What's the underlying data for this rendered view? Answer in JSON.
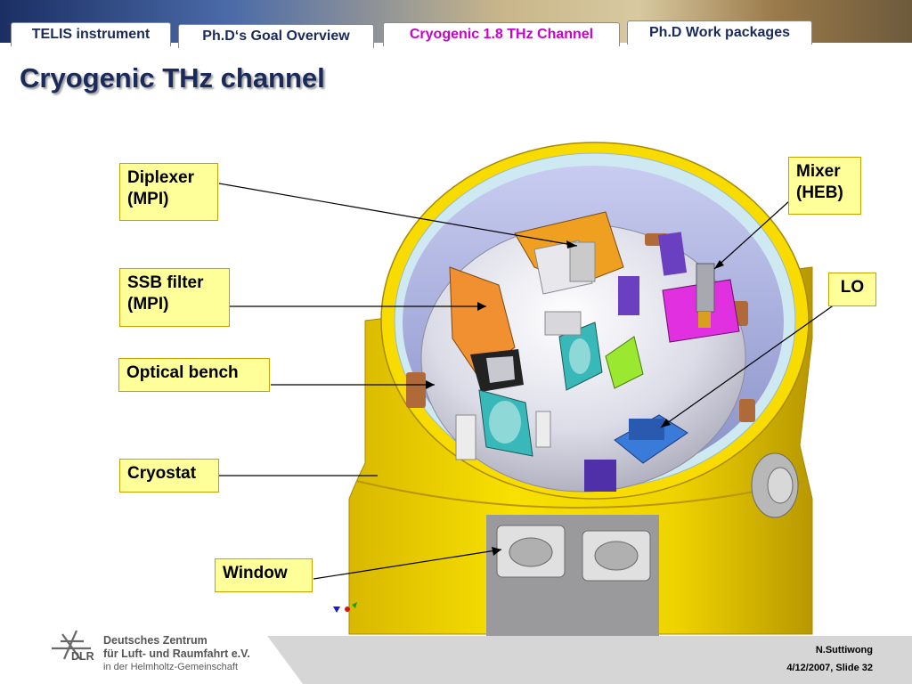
{
  "tabs": [
    {
      "label": "TELIS instrument",
      "active": false
    },
    {
      "label": "Ph.D‘s Goal Overview",
      "active": false
    },
    {
      "label": "Cryogenic 1.8 THz Channel",
      "active": true
    },
    {
      "label": "Ph.D Work packages",
      "active": false
    }
  ],
  "title": "Cryogenic THz channel",
  "callouts": {
    "diplexer": {
      "line1": "Diplexer",
      "line2": "(MPI)"
    },
    "ssb": {
      "line1": "SSB filter",
      "line2": "(MPI)"
    },
    "bench": {
      "line1": "Optical bench"
    },
    "cryostat": {
      "line1": "Cryostat"
    },
    "window": {
      "line1": "Window"
    },
    "mixer": {
      "line1": "Mixer",
      "line2": "(HEB)"
    },
    "lo": {
      "line1": "LO"
    }
  },
  "colors": {
    "title": "#1a2a5a",
    "active_tab": "#cc00cc",
    "callout_fill": "#ffff99",
    "cryostat_yellow": "#f0d400"
  },
  "logo": {
    "abbr": "DLR",
    "line1": "Deutsches Zentrum",
    "line2": "für Luft- und Raumfahrt e.V.",
    "line3": "in der Helmholtz-Gemeinschaft"
  },
  "footer": {
    "author": "N.Suttiwong",
    "slide_info": "4/12/2007, Slide 32"
  }
}
